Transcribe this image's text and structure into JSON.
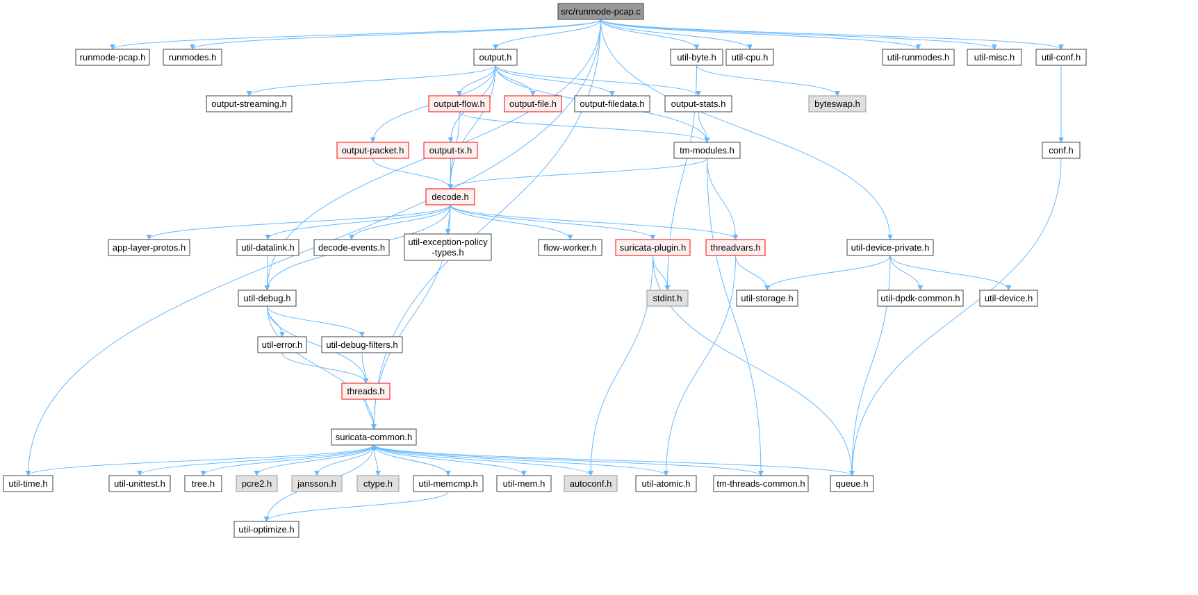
{
  "colors": {
    "edge": "#63b8ff",
    "node_fill": "#ffffff",
    "node_border": "#404040",
    "root_fill": "#999999",
    "missing_fill": "#e0e0e0",
    "missing_border": "#999999",
    "truncated_fill": "#fff0f0",
    "truncated_border": "#ff0000"
  },
  "nodes": [
    {
      "id": "root",
      "label": "src/runmode-pcap.c",
      "style": "root"
    },
    {
      "id": "runmode_pcap_h",
      "label": "runmode-pcap.h",
      "style": "normal"
    },
    {
      "id": "runmodes_h",
      "label": "runmodes.h",
      "style": "normal"
    },
    {
      "id": "output_h",
      "label": "output.h",
      "style": "normal"
    },
    {
      "id": "util_byte_h",
      "label": "util-byte.h",
      "style": "normal"
    },
    {
      "id": "util_cpu_h",
      "label": "util-cpu.h",
      "style": "normal"
    },
    {
      "id": "util_runmodes_h",
      "label": "util-runmodes.h",
      "style": "normal"
    },
    {
      "id": "util_misc_h",
      "label": "util-misc.h",
      "style": "normal"
    },
    {
      "id": "util_conf_h",
      "label": "util-conf.h",
      "style": "normal"
    },
    {
      "id": "output_streaming_h",
      "label": "output-streaming.h",
      "style": "normal"
    },
    {
      "id": "output_flow_h",
      "label": "output-flow.h",
      "style": "truncated"
    },
    {
      "id": "output_file_h",
      "label": "output-file.h",
      "style": "truncated"
    },
    {
      "id": "output_filedata_h",
      "label": "output-filedata.h",
      "style": "normal"
    },
    {
      "id": "output_stats_h",
      "label": "output-stats.h",
      "style": "normal"
    },
    {
      "id": "byteswap_h",
      "label": "byteswap.h",
      "style": "missing"
    },
    {
      "id": "output_packet_h",
      "label": "output-packet.h",
      "style": "truncated"
    },
    {
      "id": "output_tx_h",
      "label": "output-tx.h",
      "style": "truncated"
    },
    {
      "id": "tm_modules_h",
      "label": "tm-modules.h",
      "style": "normal"
    },
    {
      "id": "conf_h",
      "label": "conf.h",
      "style": "normal"
    },
    {
      "id": "decode_h",
      "label": "decode.h",
      "style": "truncated"
    },
    {
      "id": "app_layer_protos_h",
      "label": "app-layer-protos.h",
      "style": "normal"
    },
    {
      "id": "util_datalink_h",
      "label": "util-datalink.h",
      "style": "normal"
    },
    {
      "id": "decode_events_h",
      "label": "decode-events.h",
      "style": "normal"
    },
    {
      "id": "util_exception_h",
      "label": [
        "util-exception-policy",
        "-types.h"
      ],
      "style": "normal"
    },
    {
      "id": "flow_worker_h",
      "label": "flow-worker.h",
      "style": "normal"
    },
    {
      "id": "suricata_plugin_h",
      "label": "suricata-plugin.h",
      "style": "truncated"
    },
    {
      "id": "threadvars_h",
      "label": "threadvars.h",
      "style": "truncated"
    },
    {
      "id": "util_device_private_h",
      "label": "util-device-private.h",
      "style": "normal"
    },
    {
      "id": "util_debug_h",
      "label": "util-debug.h",
      "style": "normal"
    },
    {
      "id": "stdint_h",
      "label": "stdint.h",
      "style": "missing"
    },
    {
      "id": "util_storage_h",
      "label": "util-storage.h",
      "style": "normal"
    },
    {
      "id": "util_dpdk_common_h",
      "label": "util-dpdk-common.h",
      "style": "normal"
    },
    {
      "id": "util_device_h",
      "label": "util-device.h",
      "style": "normal"
    },
    {
      "id": "util_error_h",
      "label": "util-error.h",
      "style": "normal"
    },
    {
      "id": "util_debug_filters_h",
      "label": "util-debug-filters.h",
      "style": "normal"
    },
    {
      "id": "threads_h",
      "label": "threads.h",
      "style": "truncated"
    },
    {
      "id": "suricata_common_h",
      "label": "suricata-common.h",
      "style": "normal"
    },
    {
      "id": "util_time_h",
      "label": "util-time.h",
      "style": "normal"
    },
    {
      "id": "util_unittest_h",
      "label": "util-unittest.h",
      "style": "normal"
    },
    {
      "id": "tree_h",
      "label": "tree.h",
      "style": "normal"
    },
    {
      "id": "pcre2_h",
      "label": "pcre2.h",
      "style": "missing"
    },
    {
      "id": "jansson_h",
      "label": "jansson.h",
      "style": "missing"
    },
    {
      "id": "ctype_h",
      "label": "ctype.h",
      "style": "missing"
    },
    {
      "id": "util_memcmp_h",
      "label": "util-memcmp.h",
      "style": "normal"
    },
    {
      "id": "util_mem_h",
      "label": "util-mem.h",
      "style": "normal"
    },
    {
      "id": "autoconf_h",
      "label": "autoconf.h",
      "style": "missing"
    },
    {
      "id": "util_atomic_h",
      "label": "util-atomic.h",
      "style": "normal"
    },
    {
      "id": "tm_threads_common_h",
      "label": "tm-threads-common.h",
      "style": "normal"
    },
    {
      "id": "queue_h",
      "label": "queue.h",
      "style": "normal"
    },
    {
      "id": "util_optimize_h",
      "label": "util-optimize.h",
      "style": "normal"
    }
  ],
  "edges": [
    [
      "root",
      "runmode_pcap_h"
    ],
    [
      "root",
      "runmodes_h"
    ],
    [
      "root",
      "output_h"
    ],
    [
      "root",
      "util_byte_h"
    ],
    [
      "root",
      "util_cpu_h"
    ],
    [
      "root",
      "util_runmodes_h"
    ],
    [
      "root",
      "util_misc_h"
    ],
    [
      "root",
      "util_conf_h"
    ],
    [
      "root",
      "util_device_private_h"
    ],
    [
      "root",
      "util_debug_h"
    ],
    [
      "root",
      "suricata_common_h"
    ],
    [
      "root",
      "util_time_h"
    ],
    [
      "output_h",
      "output_streaming_h"
    ],
    [
      "output_h",
      "output_flow_h"
    ],
    [
      "output_h",
      "output_file_h"
    ],
    [
      "output_h",
      "output_filedata_h"
    ],
    [
      "output_h",
      "output_stats_h"
    ],
    [
      "output_h",
      "output_packet_h"
    ],
    [
      "output_h",
      "output_tx_h"
    ],
    [
      "output_h",
      "tm_modules_h"
    ],
    [
      "output_h",
      "decode_h"
    ],
    [
      "util_byte_h",
      "byteswap_h"
    ],
    [
      "util_byte_h",
      "stdint_h"
    ],
    [
      "util_conf_h",
      "conf_h"
    ],
    [
      "conf_h",
      "queue_h"
    ],
    [
      "output_flow_h",
      "tm_modules_h"
    ],
    [
      "output_flow_h",
      "decode_h"
    ],
    [
      "output_stats_h",
      "tm_modules_h"
    ],
    [
      "output_packet_h",
      "decode_h"
    ],
    [
      "output_tx_h",
      "decode_h"
    ],
    [
      "tm_modules_h",
      "decode_h"
    ],
    [
      "tm_modules_h",
      "threadvars_h"
    ],
    [
      "tm_modules_h",
      "tm_threads_common_h"
    ],
    [
      "decode_h",
      "app_layer_protos_h"
    ],
    [
      "decode_h",
      "util_datalink_h"
    ],
    [
      "decode_h",
      "decode_events_h"
    ],
    [
      "decode_h",
      "util_exception_h"
    ],
    [
      "decode_h",
      "flow_worker_h"
    ],
    [
      "decode_h",
      "suricata_plugin_h"
    ],
    [
      "decode_h",
      "threadvars_h"
    ],
    [
      "decode_h",
      "util_debug_h"
    ],
    [
      "decode_h",
      "suricata_common_h"
    ],
    [
      "util_datalink_h",
      "util_debug_h"
    ],
    [
      "suricata_plugin_h",
      "stdint_h"
    ],
    [
      "suricata_plugin_h",
      "autoconf_h"
    ],
    [
      "suricata_plugin_h",
      "queue_h"
    ],
    [
      "threadvars_h",
      "util_storage_h"
    ],
    [
      "threadvars_h",
      "util_atomic_h"
    ],
    [
      "util_device_private_h",
      "util_storage_h"
    ],
    [
      "util_device_private_h",
      "util_dpdk_common_h"
    ],
    [
      "util_device_private_h",
      "util_device_h"
    ],
    [
      "util_device_private_h",
      "queue_h"
    ],
    [
      "util_debug_h",
      "util_error_h"
    ],
    [
      "util_debug_h",
      "util_debug_filters_h"
    ],
    [
      "util_debug_h",
      "threads_h"
    ],
    [
      "util_debug_h",
      "suricata_common_h"
    ],
    [
      "util_error_h",
      "threads_h"
    ],
    [
      "util_debug_filters_h",
      "threads_h"
    ],
    [
      "threads_h",
      "suricata_common_h"
    ],
    [
      "suricata_common_h",
      "util_time_h"
    ],
    [
      "suricata_common_h",
      "util_unittest_h"
    ],
    [
      "suricata_common_h",
      "tree_h"
    ],
    [
      "suricata_common_h",
      "pcre2_h"
    ],
    [
      "suricata_common_h",
      "jansson_h"
    ],
    [
      "suricata_common_h",
      "ctype_h"
    ],
    [
      "suricata_common_h",
      "util_memcmp_h"
    ],
    [
      "suricata_common_h",
      "util_mem_h"
    ],
    [
      "suricata_common_h",
      "autoconf_h"
    ],
    [
      "suricata_common_h",
      "util_atomic_h"
    ],
    [
      "suricata_common_h",
      "tm_threads_common_h"
    ],
    [
      "suricata_common_h",
      "queue_h"
    ],
    [
      "suricata_common_h",
      "util_optimize_h"
    ],
    [
      "util_memcmp_h",
      "suricata_common_h"
    ],
    [
      "util_memcmp_h",
      "util_optimize_h"
    ]
  ]
}
